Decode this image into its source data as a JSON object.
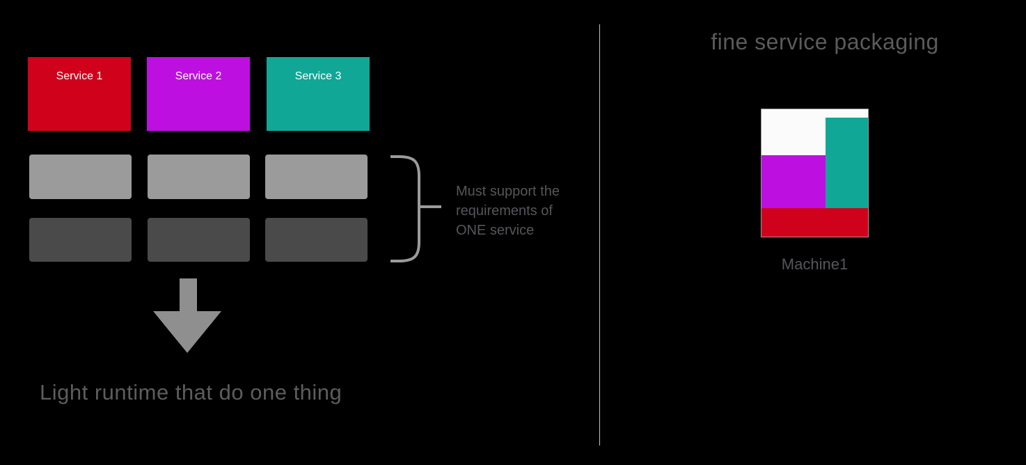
{
  "canvas": {
    "background": "#000000",
    "text_color": "#5A5A5C"
  },
  "left": {
    "services": [
      {
        "label": "Service 1",
        "color": "#D0021B"
      },
      {
        "label": "Service 2",
        "color": "#BD10E0"
      },
      {
        "label": "Service 3",
        "color": "#11A796"
      }
    ],
    "runtime_row_colors": {
      "light": "#9B9B9B",
      "dark": "#4A4A4A"
    },
    "annotation_lines": [
      "Must support the",
      "requirements of",
      "ONE service"
    ],
    "brace_color": "#9B9B9B",
    "arrow_color": "#8F8F8F",
    "caption": "Light runtime that do one thing"
  },
  "divider_color": "#C4C4C4",
  "right": {
    "title": "fine service packaging",
    "machine": {
      "label": "Machine1",
      "background": "#FBFBFB",
      "border_color": "#979797",
      "blocks": [
        {
          "name": "service-3-allocation",
          "color": "#11A796"
        },
        {
          "name": "service-2-allocation",
          "color": "#BD10E0"
        },
        {
          "name": "service-1-allocation",
          "color": "#D0021B"
        }
      ]
    }
  }
}
